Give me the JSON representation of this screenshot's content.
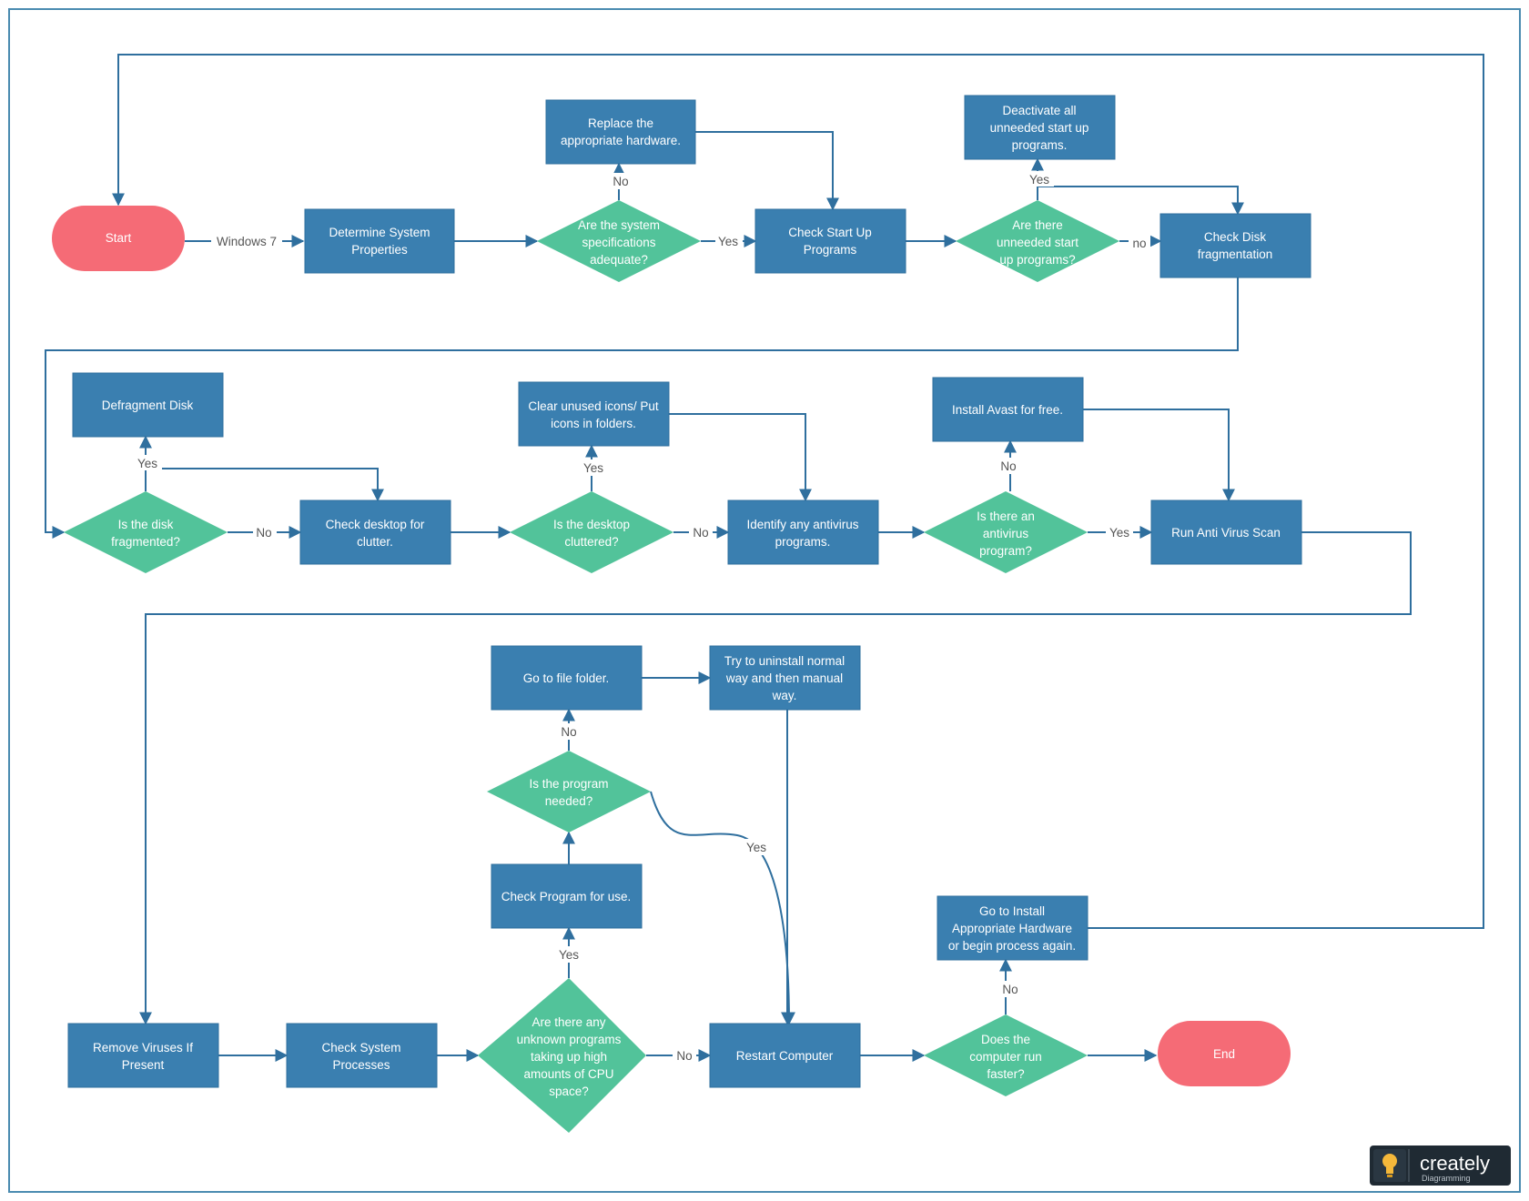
{
  "colors": {
    "process": "#3a7fb0",
    "process_border": "#2f6f9e",
    "decision": "#52c39a",
    "terminal": "#f56b76",
    "line": "#2f6f9e",
    "label": "#555555",
    "frame": "#4a8bb0",
    "node_text": "#ffffff"
  },
  "nodes": {
    "start": [
      "Start"
    ],
    "determine": [
      "Determine System",
      "Properties"
    ],
    "spec_q": [
      "Are the system",
      "specifications",
      "adequate?"
    ],
    "replace_hw": [
      "Replace the",
      "appropriate hardware."
    ],
    "startup": [
      "Check Start Up",
      "Programs"
    ],
    "unneeded_q": [
      "Are there",
      "unneeded start",
      "up programs?"
    ],
    "deactivate": [
      "Deactivate all",
      "unneeded start up",
      "programs."
    ],
    "disk_frag": [
      "Check Disk",
      "fragmentation"
    ],
    "fragmented_q": [
      "Is the disk",
      "fragmented?"
    ],
    "defrag": [
      "Defragment Disk"
    ],
    "desktop": [
      "Check desktop for",
      "clutter."
    ],
    "cluttered_q": [
      "Is the desktop",
      "cluttered?"
    ],
    "clear_icons": [
      "Clear unused icons/ Put",
      "icons in folders."
    ],
    "identify_av": [
      "Identify any antivirus",
      "programs."
    ],
    "antivirus_q": [
      "Is there an",
      "antivirus",
      "program?"
    ],
    "install_avast": [
      "Install Avast for free."
    ],
    "run_scan": [
      "Run Anti Virus Scan"
    ],
    "remove_viruses": [
      "Remove Viruses If",
      "Present"
    ],
    "check_processes": [
      "Check System",
      "Processes"
    ],
    "unknown_q": [
      "Are there any",
      "unknown programs",
      "taking up high",
      "amounts of CPU",
      "space?"
    ],
    "check_program": [
      "Check Program for use."
    ],
    "needed_q": [
      "Is the program",
      "needed?"
    ],
    "file_folder": [
      "Go to file folder."
    ],
    "uninstall": [
      "Try to uninstall normal",
      "way and then manual",
      "way."
    ],
    "restart": [
      "Restart Computer"
    ],
    "faster_q": [
      "Does the",
      "computer run",
      "faster?"
    ],
    "install_hw": [
      "Go to Install",
      "Appropriate Hardware",
      "or begin process again."
    ],
    "end": [
      "End"
    ]
  },
  "edge_labels": {
    "windows7": "Windows 7",
    "spec_no": "No",
    "spec_yes": "Yes",
    "unneeded_yes": "Yes",
    "unneeded_no": "no",
    "frag_yes": "Yes",
    "frag_no": "No",
    "clutter_yes": "Yes",
    "clutter_no": "No",
    "av_no": "No",
    "av_yes": "Yes",
    "unknown_yes": "Yes",
    "unknown_no": "No",
    "needed_no": "No",
    "needed_yes": "Yes",
    "faster_no": "No"
  },
  "logo": {
    "brand": "creately",
    "tagline": "Diagramming",
    "icon": "lightbulb-icon"
  }
}
